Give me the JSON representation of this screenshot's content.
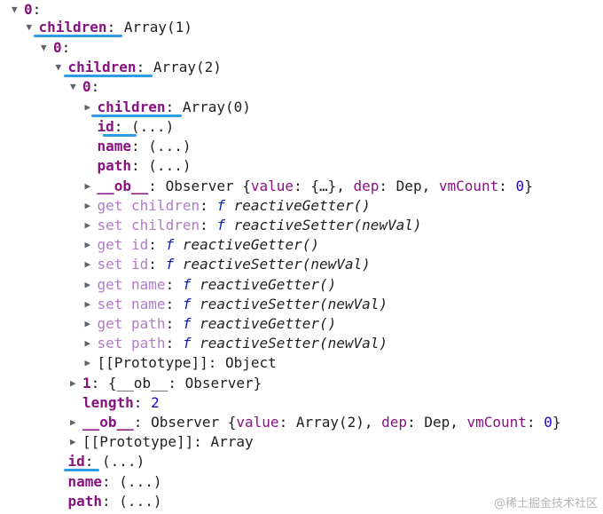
{
  "colors": {
    "key": "#881280",
    "getset_key": "#b07cc6",
    "number": "#1c00cf",
    "function_keyword": "#0d22aa",
    "underline": "#2f9ae6",
    "arrow": "#5f6368"
  },
  "icons": {
    "expanded": "triangle-down-icon",
    "collapsed": "triangle-right-icon"
  },
  "rows": [
    {
      "a": "down",
      "parts": [
        [
          "k",
          "0"
        ],
        [
          "p",
          ":"
        ]
      ]
    },
    {
      "a": "down",
      "parts": [
        [
          "k",
          "children"
        ],
        [
          "p",
          ": "
        ],
        [
          "v",
          "Array(1)"
        ]
      ]
    },
    {
      "a": "down",
      "parts": [
        [
          "k",
          "0"
        ],
        [
          "p",
          ":"
        ]
      ]
    },
    {
      "a": "down",
      "parts": [
        [
          "k",
          "children"
        ],
        [
          "p",
          ": "
        ],
        [
          "v",
          "Array(2)"
        ]
      ]
    },
    {
      "a": "down",
      "parts": [
        [
          "k",
          "0"
        ],
        [
          "p",
          ":"
        ]
      ]
    },
    {
      "a": "right",
      "parts": [
        [
          "k",
          "children"
        ],
        [
          "p",
          ": "
        ],
        [
          "v",
          "Array(0)"
        ]
      ]
    },
    {
      "a": "",
      "parts": [
        [
          "k",
          "id"
        ],
        [
          "p",
          ": "
        ],
        [
          "v",
          "(...)"
        ]
      ]
    },
    {
      "a": "",
      "parts": [
        [
          "k",
          "name"
        ],
        [
          "p",
          ": "
        ],
        [
          "v",
          "(...)"
        ]
      ]
    },
    {
      "a": "",
      "parts": [
        [
          "k",
          "path"
        ],
        [
          "p",
          ": "
        ],
        [
          "v",
          "(...)"
        ]
      ]
    },
    {
      "a": "right",
      "parts": [
        [
          "k",
          "__ob__"
        ],
        [
          "p",
          ": "
        ],
        [
          "v",
          "Observer {"
        ],
        [
          "k",
          "value"
        ],
        [
          "p",
          ": "
        ],
        [
          "v",
          "{…}, "
        ],
        [
          "k",
          "dep"
        ],
        [
          "p",
          ": "
        ],
        [
          "v",
          "Dep, "
        ],
        [
          "k",
          "vmCount"
        ],
        [
          "p",
          ": "
        ],
        [
          "n",
          "0"
        ],
        [
          "v",
          "}"
        ]
      ]
    },
    {
      "a": "right",
      "parts": [
        [
          "g",
          "get children"
        ],
        [
          "p",
          ": "
        ],
        [
          "f",
          "f"
        ],
        [
          "p",
          " "
        ],
        [
          "i",
          "reactiveGetter()"
        ]
      ]
    },
    {
      "a": "right",
      "parts": [
        [
          "g",
          "set children"
        ],
        [
          "p",
          ": "
        ],
        [
          "f",
          "f"
        ],
        [
          "p",
          " "
        ],
        [
          "i",
          "reactiveSetter(newVal)"
        ]
      ]
    },
    {
      "a": "right",
      "parts": [
        [
          "g",
          "get id"
        ],
        [
          "p",
          ": "
        ],
        [
          "f",
          "f"
        ],
        [
          "p",
          " "
        ],
        [
          "i",
          "reactiveGetter()"
        ]
      ]
    },
    {
      "a": "right",
      "parts": [
        [
          "g",
          "set id"
        ],
        [
          "p",
          ": "
        ],
        [
          "f",
          "f"
        ],
        [
          "p",
          " "
        ],
        [
          "i",
          "reactiveSetter(newVal)"
        ]
      ]
    },
    {
      "a": "right",
      "parts": [
        [
          "g",
          "get name"
        ],
        [
          "p",
          ": "
        ],
        [
          "f",
          "f"
        ],
        [
          "p",
          " "
        ],
        [
          "i",
          "reactiveGetter()"
        ]
      ]
    },
    {
      "a": "right",
      "parts": [
        [
          "g",
          "set name"
        ],
        [
          "p",
          ": "
        ],
        [
          "f",
          "f"
        ],
        [
          "p",
          " "
        ],
        [
          "i",
          "reactiveSetter(newVal)"
        ]
      ]
    },
    {
      "a": "right",
      "parts": [
        [
          "g",
          "get path"
        ],
        [
          "p",
          ": "
        ],
        [
          "f",
          "f"
        ],
        [
          "p",
          " "
        ],
        [
          "i",
          "reactiveGetter()"
        ]
      ]
    },
    {
      "a": "right",
      "parts": [
        [
          "g",
          "set path"
        ],
        [
          "p",
          ": "
        ],
        [
          "f",
          "f"
        ],
        [
          "p",
          " "
        ],
        [
          "i",
          "reactiveSetter(newVal)"
        ]
      ]
    },
    {
      "a": "right",
      "parts": [
        [
          "v",
          "[[Prototype]]"
        ],
        [
          "p",
          ": "
        ],
        [
          "v",
          "Object"
        ]
      ]
    },
    {
      "a": "right",
      "parts": [
        [
          "k",
          "1"
        ],
        [
          "p",
          ": "
        ],
        [
          "v",
          "{__ob__: Observer}"
        ]
      ]
    },
    {
      "a": "",
      "parts": [
        [
          "k",
          "length"
        ],
        [
          "p",
          ": "
        ],
        [
          "n",
          "2"
        ]
      ]
    },
    {
      "a": "right",
      "parts": [
        [
          "k",
          "__ob__"
        ],
        [
          "p",
          ": "
        ],
        [
          "v",
          "Observer {"
        ],
        [
          "k",
          "value"
        ],
        [
          "p",
          ": "
        ],
        [
          "v",
          "Array(2), "
        ],
        [
          "k",
          "dep"
        ],
        [
          "p",
          ": "
        ],
        [
          "v",
          "Dep, "
        ],
        [
          "k",
          "vmCount"
        ],
        [
          "p",
          ": "
        ],
        [
          "n",
          "0"
        ],
        [
          "v",
          "}"
        ]
      ]
    },
    {
      "a": "right",
      "parts": [
        [
          "v",
          "[[Prototype]]"
        ],
        [
          "p",
          ": "
        ],
        [
          "v",
          "Array"
        ]
      ]
    },
    {
      "a": "",
      "parts": [
        [
          "k",
          "id"
        ],
        [
          "p",
          ": "
        ],
        [
          "v",
          "(...)"
        ]
      ]
    },
    {
      "a": "",
      "parts": [
        [
          "k",
          "name"
        ],
        [
          "p",
          ": "
        ],
        [
          "v",
          "(...)"
        ]
      ]
    },
    {
      "a": "",
      "parts": [
        [
          "k",
          "path"
        ],
        [
          "p",
          ": "
        ],
        [
          "v",
          "(...)"
        ]
      ]
    }
  ],
  "watermark": "@稀土掘金技术社区"
}
